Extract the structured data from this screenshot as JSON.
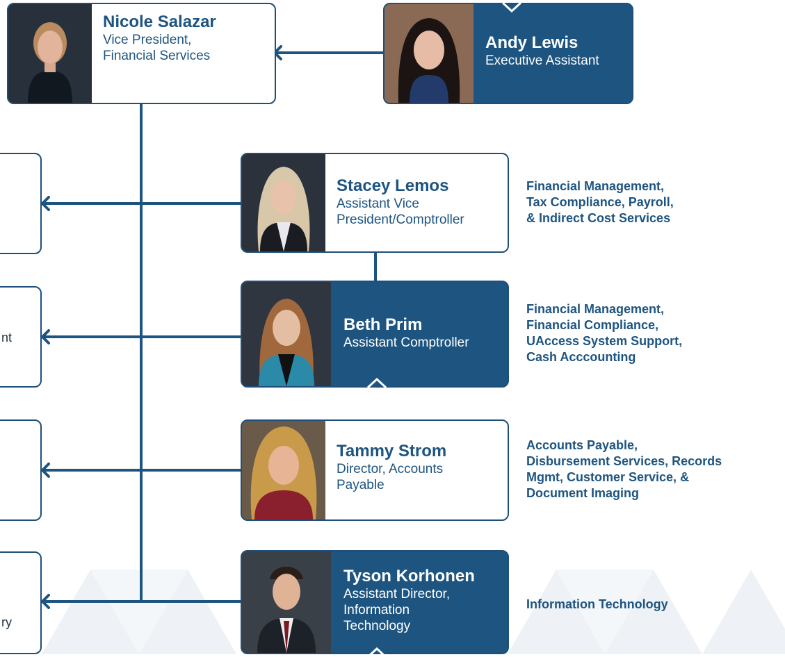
{
  "colors": {
    "primary": "#1d5480",
    "card_border": "#1d4f7a",
    "connector": "#1d5480",
    "text_on_dark": "#ffffff"
  },
  "people": {
    "nicole": {
      "name": "Nicole Salazar",
      "title_1": "Vice President,",
      "title_2": "Financial Services"
    },
    "andy": {
      "name": "Andy Lewis",
      "title_1": "Executive Assistant"
    },
    "stacey": {
      "name": "Stacey Lemos",
      "title_1": "Assistant Vice",
      "title_2": "President/Comptroller",
      "areas": [
        "Financial Management,",
        "Tax Compliance, Payroll,",
        "& Indirect Cost Services"
      ]
    },
    "beth": {
      "name": "Beth Prim",
      "title_1": "Assistant Comptroller",
      "areas": [
        "Financial Management,",
        "Financial Compliance,",
        "UAccess System Support,",
        "Cash Acccounting"
      ]
    },
    "tammy": {
      "name": "Tammy Strom",
      "title_1": "Director, Accounts",
      "title_2": "Payable",
      "areas": [
        "Accounts Payable,",
        "Disbursement Services, Records",
        "Mgmt, Customer Service, &",
        "Document Imaging"
      ]
    },
    "tyson": {
      "name": "Tyson Korhonen",
      "title_1": "Assistant Director,",
      "title_2": "Information",
      "title_3": "Technology",
      "areas": [
        "Information Technology"
      ]
    }
  },
  "left_stubs": {
    "stub2_text": "nt",
    "stub4_text": "ry"
  }
}
